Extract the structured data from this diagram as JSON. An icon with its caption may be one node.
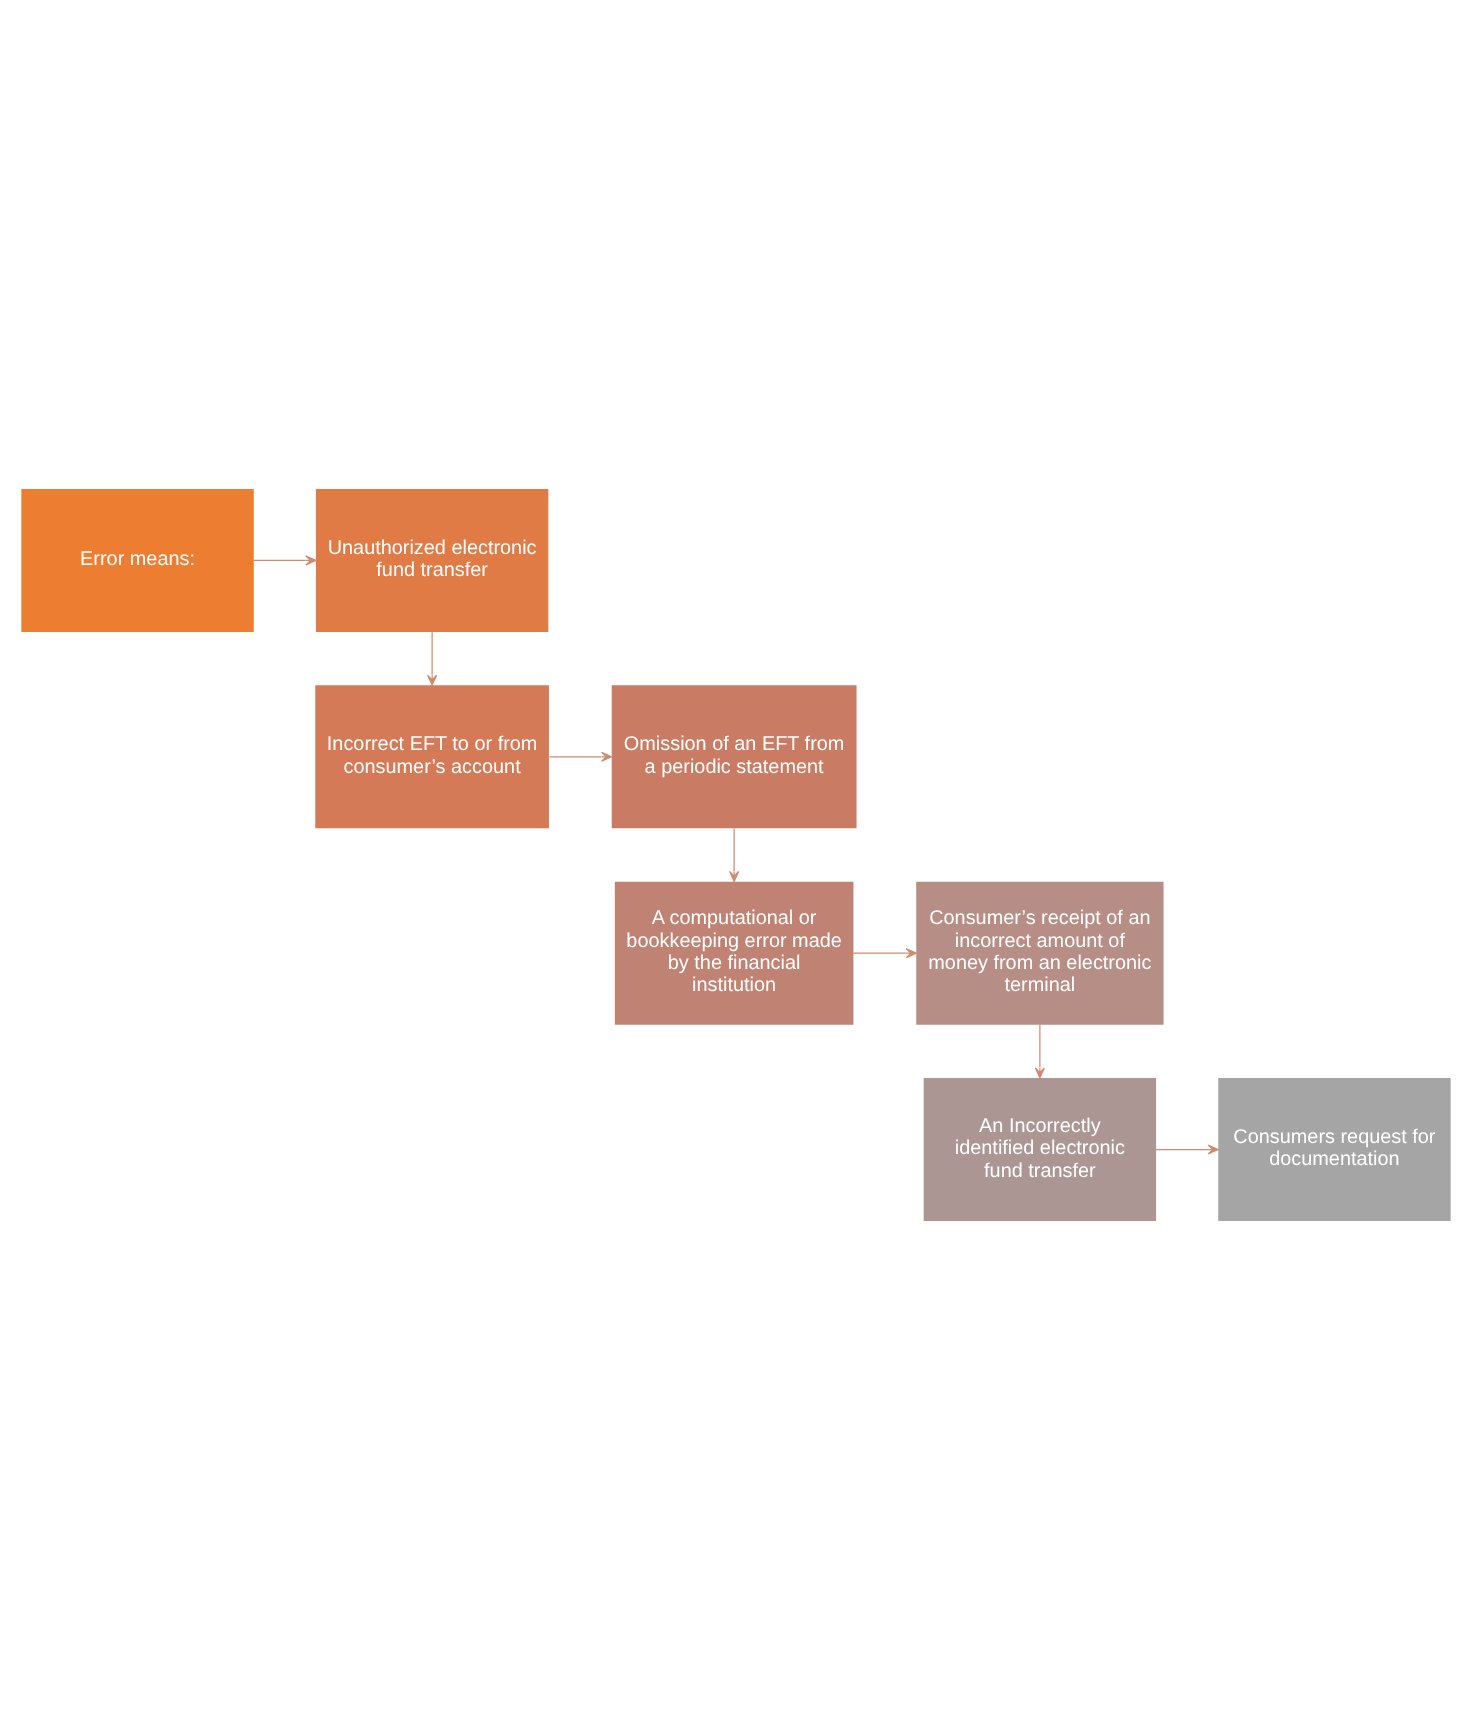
{
  "diagram": {
    "nodes": [
      {
        "text": [
          "Error means:"
        ]
      },
      {
        "text": [
          "Unauthorized electronic fund transfer"
        ]
      },
      {
        "text": [
          "Incorrect EFT to or from consumer’s account"
        ]
      },
      {
        "text": [
          "Omission of an EFT from a periodic statement"
        ]
      },
      {
        "text": [
          "A computational or bookkeeping error made by the financial institution"
        ]
      },
      {
        "text": [
          "Consumer’s receipt of an incorrect amount of money from an electronic terminal"
        ]
      },
      {
        "text": [
          "An Incorrectly identified electronic fund transfer"
        ]
      },
      {
        "text": [
          "Consumers request for documentation"
        ]
      }
    ],
    "edges": [
      {
        "from": 0,
        "to": 1,
        "arrow": "to"
      },
      {
        "from": 1,
        "to": 2,
        "arrow": "to"
      },
      {
        "from": 2,
        "to": 3,
        "arrow": "to"
      },
      {
        "from": 3,
        "to": 4,
        "arrow": "to"
      },
      {
        "from": 4,
        "to": 5,
        "arrow": "to"
      },
      {
        "from": 5,
        "to": 6,
        "arrow": "to"
      },
      {
        "from": 6,
        "to": 7,
        "arrow": "to"
      }
    ]
  }
}
